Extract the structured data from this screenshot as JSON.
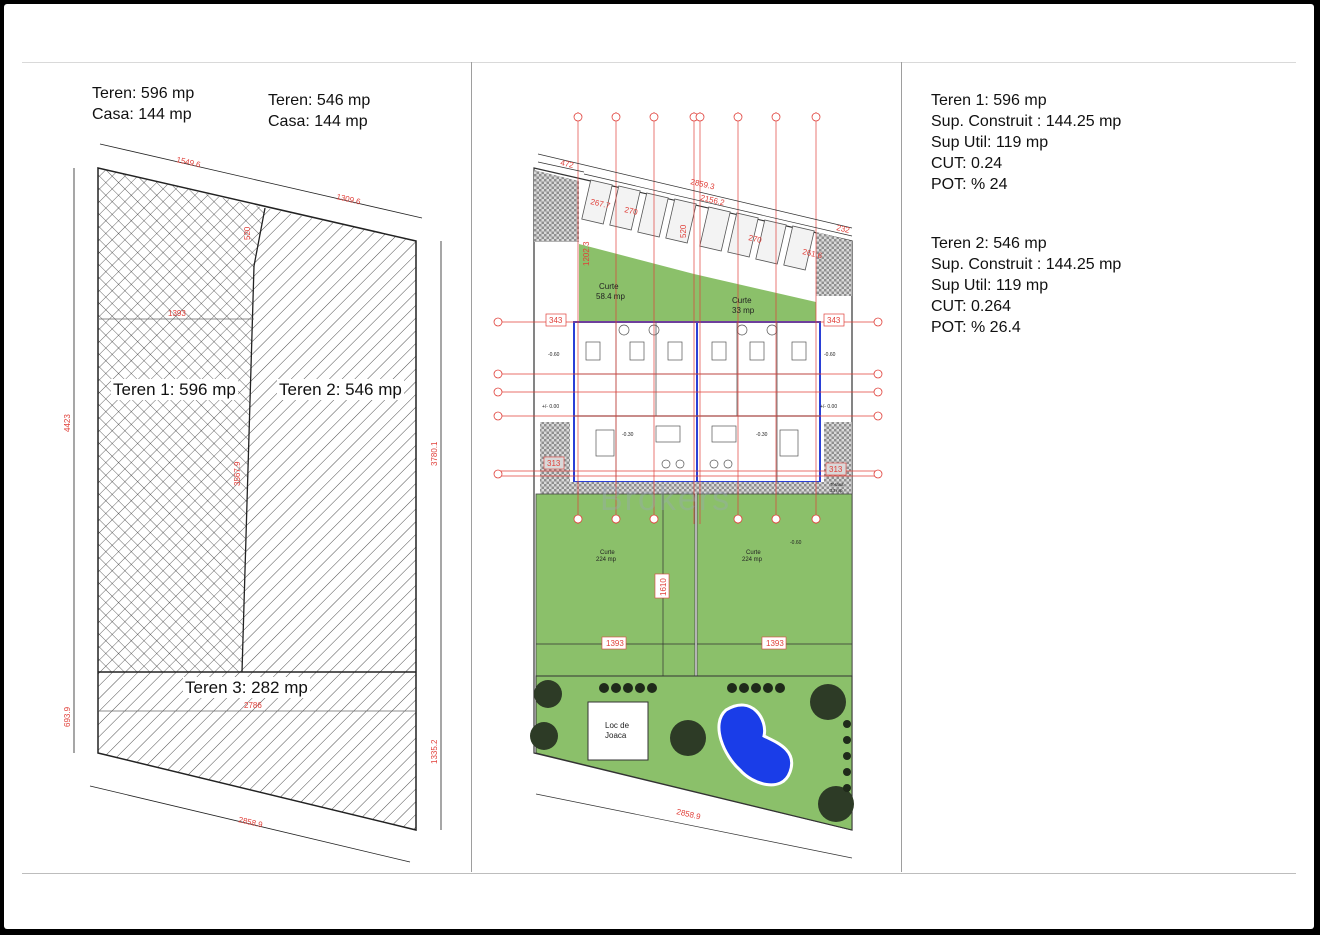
{
  "left_panel": {
    "lot1_header": [
      "Teren: 596 mp",
      "Casa: 144 mp"
    ],
    "lot2_header": [
      "Teren: 546 mp",
      "Casa: 144 mp"
    ],
    "lot1_label": "Teren 1: 596 mp",
    "lot2_label": "Teren 2: 546 mp",
    "lot3_label": "Teren 3: 282 mp",
    "dimensions": {
      "top_left": "1549.6",
      "top_right": "1309.6",
      "left_height": "4423",
      "right_height": "3780.1",
      "inner_width": "1393",
      "divider_height": "3567.9",
      "notch": "520",
      "lot3_width": "2786",
      "lot3_left": "693.9",
      "lot3_right": "1335.2",
      "bottom": "2858.9"
    }
  },
  "middle_panel": {
    "dimensions": {
      "d472": "472",
      "d2859": "2859.3",
      "d2156": "2156.2",
      "d232": "232",
      "d267": "267.7",
      "d270": "270",
      "d520": "520",
      "d2616": "261.6",
      "d1202": "1202.3",
      "d343": "343",
      "d313": "313",
      "d1610": "1610",
      "d1393": "1393",
      "d2858": "2858.9"
    },
    "curte_small_1": [
      "Curte",
      "58.4 mp"
    ],
    "curte_small_2": [
      "Curte",
      "33 mp"
    ],
    "curte_big_1": [
      "Curte",
      "224 mp"
    ],
    "curte_big_2": [
      "Curte",
      "224 mp"
    ],
    "levels": [
      "-0.60",
      "+/- 0.00",
      "-0.30",
      "-0.30",
      "+/- 0.00",
      "-0.60",
      "-0.60"
    ],
    "terasa": [
      "Terasa",
      "33 mp"
    ],
    "playground": [
      "Loc de",
      "Joaca"
    ],
    "watermark": "Brokers"
  },
  "right_panel": {
    "lot1": [
      "Teren 1: 596 mp",
      "Sup. Construit : 144.25 mp",
      "Sup Util: 119 mp",
      "CUT: 0.24",
      "POT: % 24"
    ],
    "lot2": [
      "Teren 2: 546 mp",
      "Sup. Construit : 144.25 mp",
      "Sup Util: 119 mp",
      "CUT: 0.264",
      "POT: % 26.4"
    ]
  },
  "colors": {
    "lawn": "#8bc06a",
    "dimension": "#e0403a",
    "wall_blue": "#2a3fd6",
    "pool": "#1a3de8",
    "hatch": "#222222"
  }
}
